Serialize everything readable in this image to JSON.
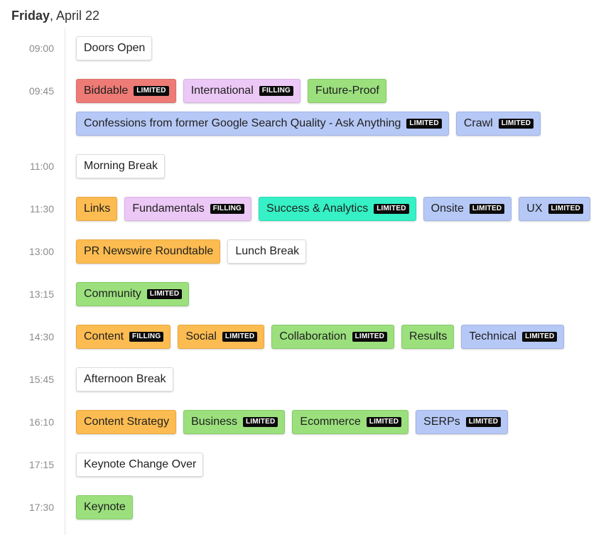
{
  "header": {
    "weekday": "Friday",
    "date": ", April 22"
  },
  "colors": {
    "white": "#ffffff",
    "red": "#ee7b76",
    "pink": "#ecc8f6",
    "green": "#9be07d",
    "blue": "#b6c8f6",
    "orange": "#fdbc51",
    "teal": "#35f1c5",
    "badge": "#0b0b0b"
  },
  "slots": [
    {
      "time": "09:00",
      "sessions": [
        {
          "label": "Doors Open",
          "color": "white",
          "badge": ""
        }
      ]
    },
    {
      "time": "09:45",
      "sessions": [
        {
          "label": "Biddable",
          "color": "red",
          "badge": "LIMITED"
        },
        {
          "label": "International",
          "color": "pink",
          "badge": "FILLING"
        },
        {
          "label": "Future-Proof",
          "color": "green",
          "badge": ""
        },
        {
          "label": "Confessions from former Google Search Quality - Ask Anything",
          "color": "blue",
          "badge": "LIMITED"
        },
        {
          "label": "Crawl",
          "color": "blue",
          "badge": "LIMITED"
        }
      ]
    },
    {
      "time": "11:00",
      "sessions": [
        {
          "label": "Morning Break",
          "color": "white",
          "badge": ""
        }
      ]
    },
    {
      "time": "11:30",
      "sessions": [
        {
          "label": "Links",
          "color": "orange",
          "badge": ""
        },
        {
          "label": "Fundamentals",
          "color": "pink",
          "badge": "FILLING"
        },
        {
          "label": "Success & Analytics",
          "color": "teal",
          "badge": "LIMITED"
        },
        {
          "label": "Onsite",
          "color": "blue",
          "badge": "LIMITED"
        },
        {
          "label": "UX",
          "color": "blue",
          "badge": "LIMITED"
        }
      ]
    },
    {
      "time": "13:00",
      "sessions": [
        {
          "label": "PR Newswire Roundtable",
          "color": "orange",
          "badge": ""
        },
        {
          "label": "Lunch Break",
          "color": "white",
          "badge": ""
        }
      ]
    },
    {
      "time": "13:15",
      "sessions": [
        {
          "label": "Community",
          "color": "green",
          "badge": "LIMITED"
        }
      ]
    },
    {
      "time": "14:30",
      "sessions": [
        {
          "label": "Content",
          "color": "orange",
          "badge": "FILLING"
        },
        {
          "label": "Social",
          "color": "orange",
          "badge": "LIMITED"
        },
        {
          "label": "Collaboration",
          "color": "green",
          "badge": "LIMITED"
        },
        {
          "label": "Results",
          "color": "green",
          "badge": ""
        },
        {
          "label": "Technical",
          "color": "blue",
          "badge": "LIMITED"
        }
      ]
    },
    {
      "time": "15:45",
      "sessions": [
        {
          "label": "Afternoon Break",
          "color": "white",
          "badge": ""
        }
      ]
    },
    {
      "time": "16:10",
      "sessions": [
        {
          "label": "Content Strategy",
          "color": "orange",
          "badge": ""
        },
        {
          "label": "Business",
          "color": "green",
          "badge": "LIMITED"
        },
        {
          "label": "Ecommerce",
          "color": "green",
          "badge": "LIMITED"
        },
        {
          "label": "SERPs",
          "color": "blue",
          "badge": "LIMITED"
        }
      ]
    },
    {
      "time": "17:15",
      "sessions": [
        {
          "label": "Keynote Change Over",
          "color": "white",
          "badge": ""
        }
      ]
    },
    {
      "time": "17:30",
      "sessions": [
        {
          "label": "Keynote",
          "color": "green",
          "badge": ""
        }
      ]
    }
  ]
}
